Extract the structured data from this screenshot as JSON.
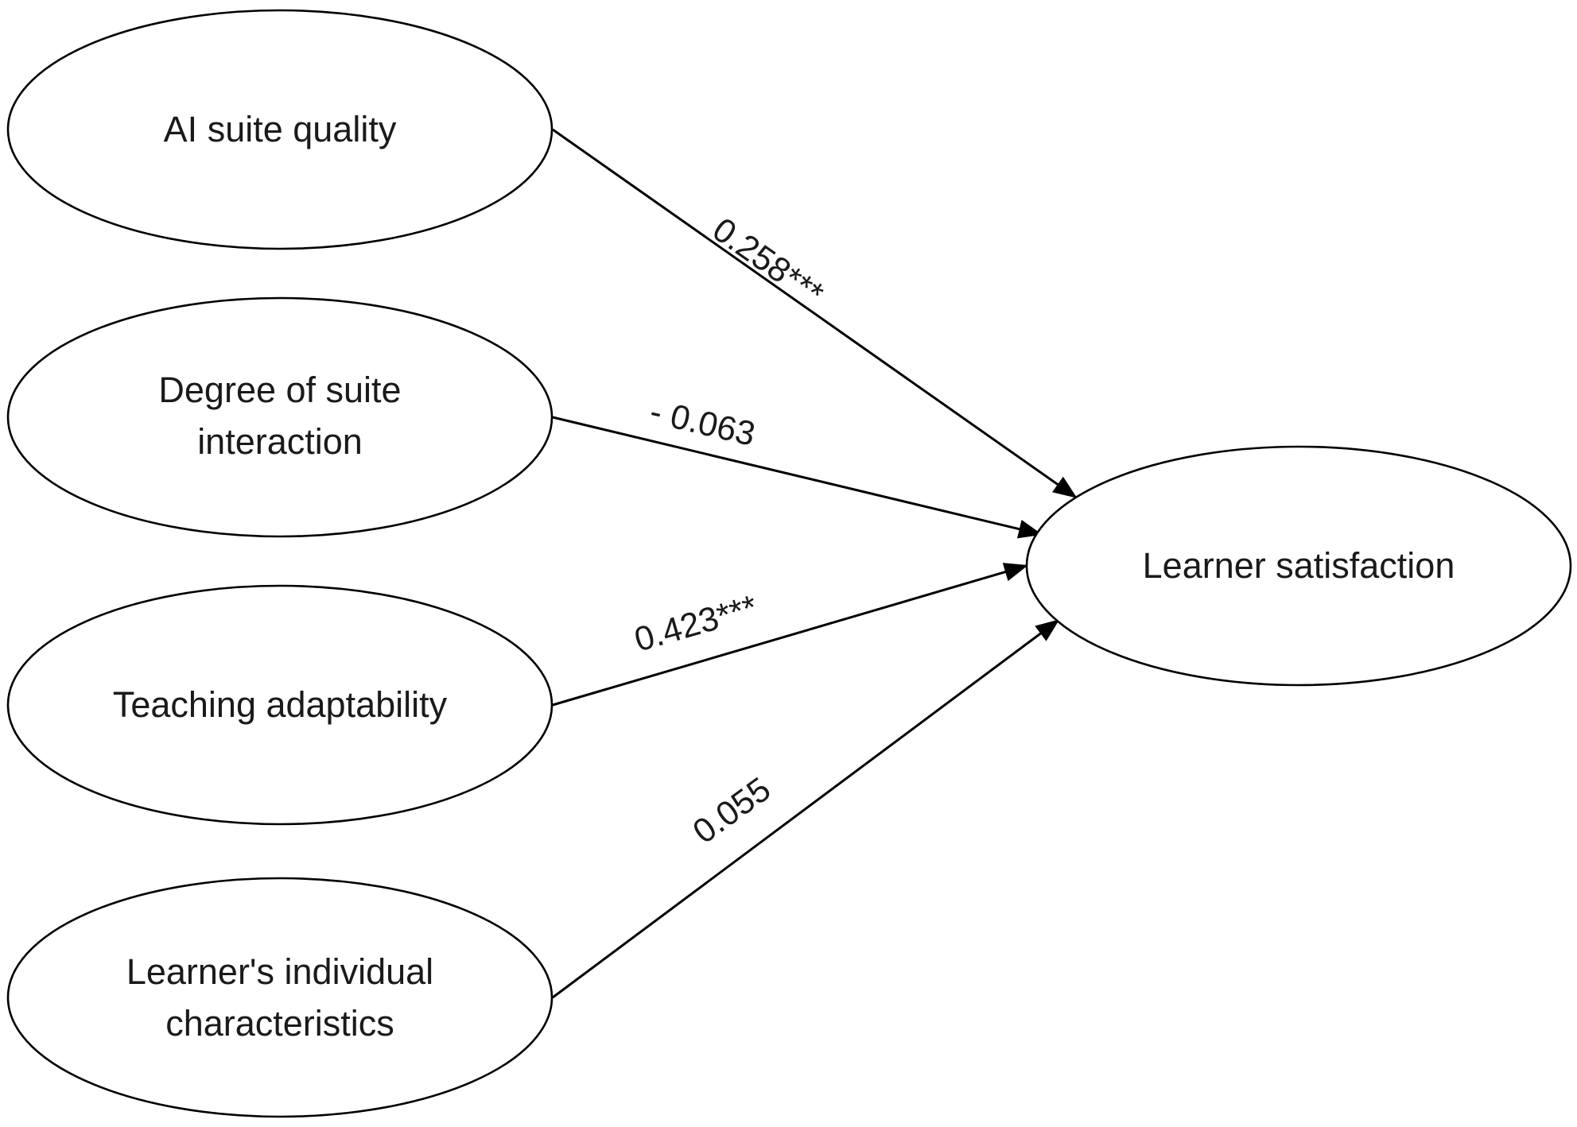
{
  "nodes": {
    "ai_suite_quality": {
      "lines": [
        "AI suite quality"
      ]
    },
    "degree_of_suite_interaction": {
      "lines": [
        "Degree of suite",
        "interaction"
      ]
    },
    "teaching_adaptability": {
      "lines": [
        "Teaching adaptability"
      ]
    },
    "learners_individual_characteristics": {
      "lines": [
        "Learner's individual",
        "characteristics"
      ]
    },
    "learner_satisfaction": {
      "lines": [
        "Learner satisfaction"
      ]
    }
  },
  "edges": [
    {
      "from": "AI suite quality",
      "to": "Learner satisfaction",
      "label": "0.258***"
    },
    {
      "from": "Degree of suite interaction",
      "to": "Learner satisfaction",
      "label": "- 0.063"
    },
    {
      "from": "Teaching adaptability",
      "to": "Learner satisfaction",
      "label": "0.423***"
    },
    {
      "from": "Learner's individual characteristics",
      "to": "Learner satisfaction",
      "label": "0.055"
    }
  ],
  "colors": {
    "stroke": "#000000",
    "text": "#1a1a1a",
    "background": "#ffffff"
  }
}
